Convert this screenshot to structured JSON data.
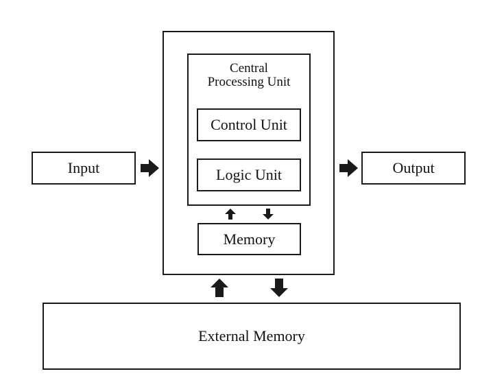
{
  "diagram": {
    "input_label": "Input",
    "output_label": "Output",
    "cpu_title_line1": "Central",
    "cpu_title_line2": "Processing Unit",
    "control_unit_label": "Control Unit",
    "logic_unit_label": "Logic Unit",
    "memory_label": "Memory",
    "external_memory_label": "External Memory"
  },
  "icons": {
    "input_to_cpu": "arrow-right-icon",
    "cpu_to_output": "arrow-right-icon",
    "memory_to_cpu": "arrow-up-icon",
    "cpu_to_memory": "arrow-down-icon",
    "external_to_system": "arrow-up-icon",
    "system_to_external": "arrow-down-icon"
  }
}
